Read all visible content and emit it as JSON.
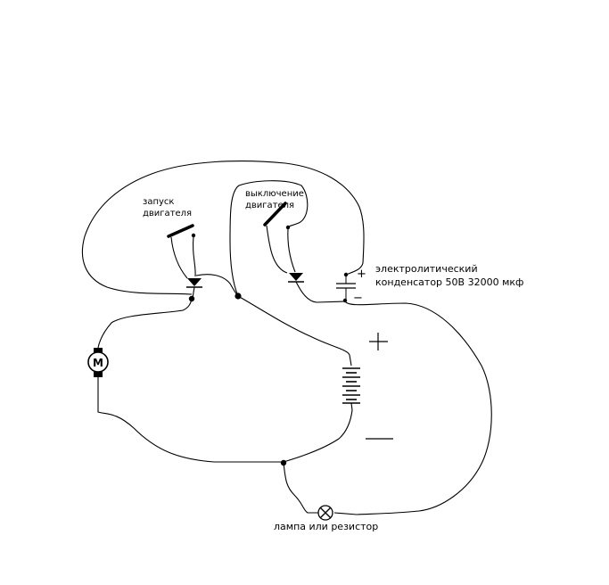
{
  "labels": {
    "start_switch": [
      "запуск",
      "двигателя"
    ],
    "stop_switch": [
      "выключение",
      "двигателя"
    ],
    "capacitor": [
      "электролитический",
      "конденсатор 50В 32000 мкф"
    ],
    "lamp": "лампа или резистор",
    "motor_letter": "M",
    "battery_plus": "+",
    "battery_minus": "−",
    "cap_plus": "+",
    "cap_minus": "−"
  },
  "colors": {
    "ink": "#000000",
    "background": "#ffffff"
  }
}
